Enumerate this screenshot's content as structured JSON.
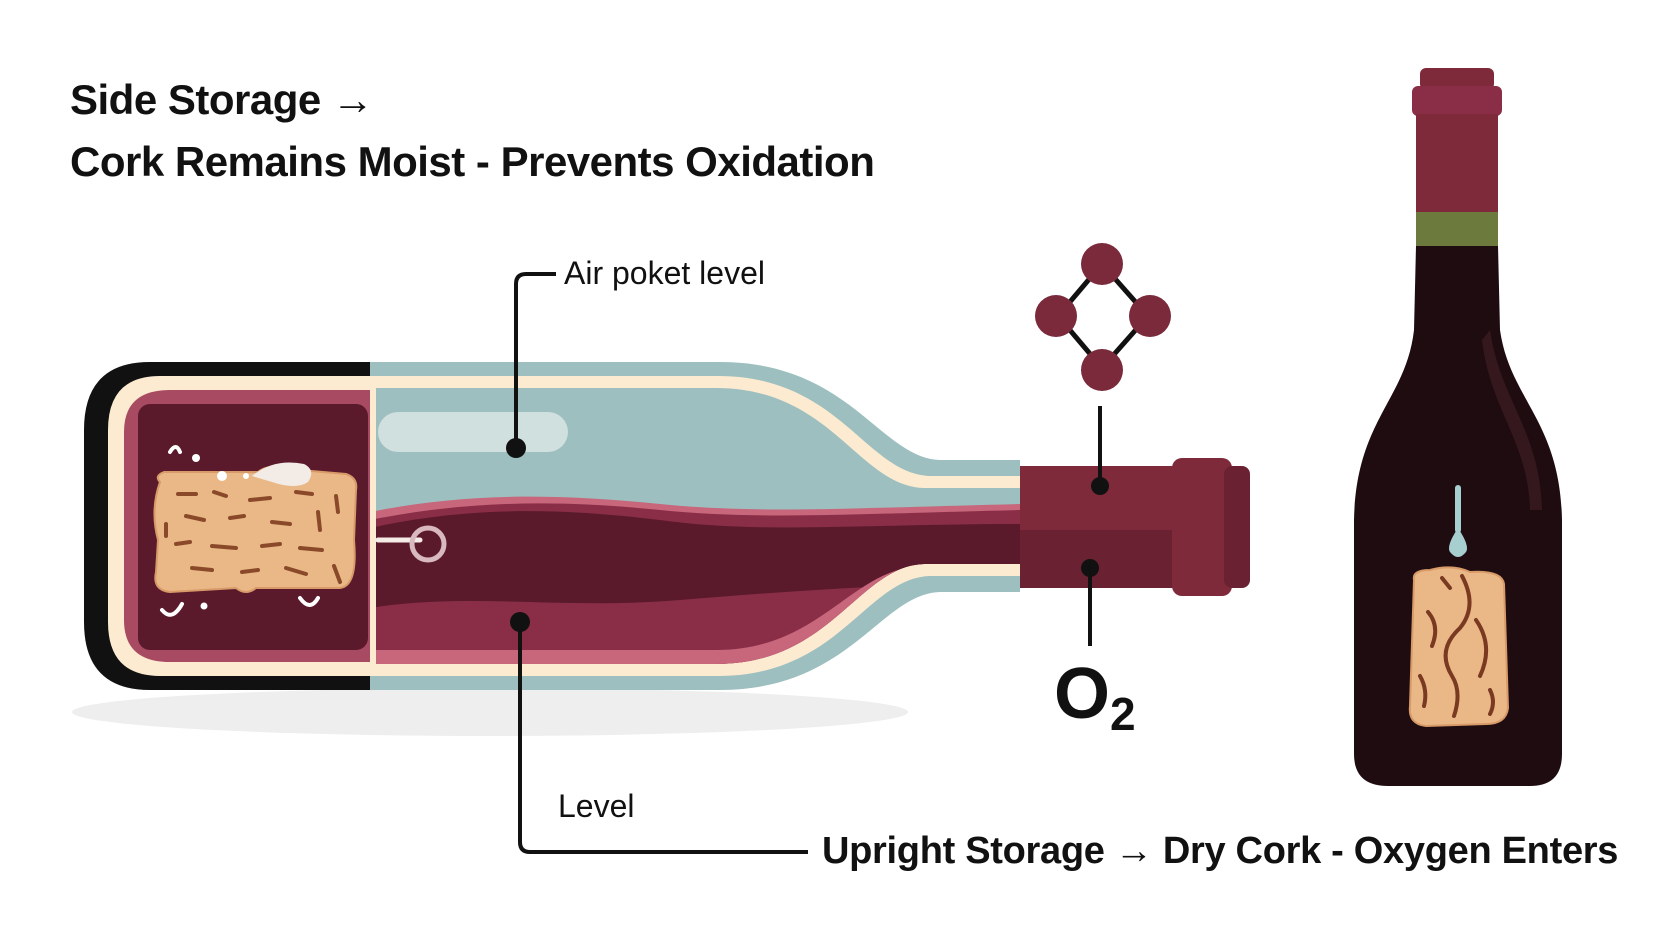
{
  "title": {
    "line1": "Side Storage →",
    "line2": "Cork Remains Moist - Prevents Oxidation"
  },
  "callouts": {
    "air_pocket": "Air poket level",
    "level": "Level",
    "upright": "Upright Storage → Dry Cork - Oxygen Enters"
  },
  "oxygen": {
    "symbol": "O",
    "subscript": "2"
  },
  "colors": {
    "wine_dark": "#5a1a2c",
    "wine": "#8a2e47",
    "wine_light": "#c8667c",
    "glass": "#9dbfbf",
    "cream": "#fcebd0",
    "cork": "#e9b886",
    "capsule": "#7e2a3b",
    "bottle_black": "#1f0c10",
    "bottle_band": "#6c7a3e",
    "molecule": "#7a2a3a"
  },
  "icons": {
    "molecule": "oxygen-molecule-icon",
    "drop": "water-drop-icon"
  }
}
